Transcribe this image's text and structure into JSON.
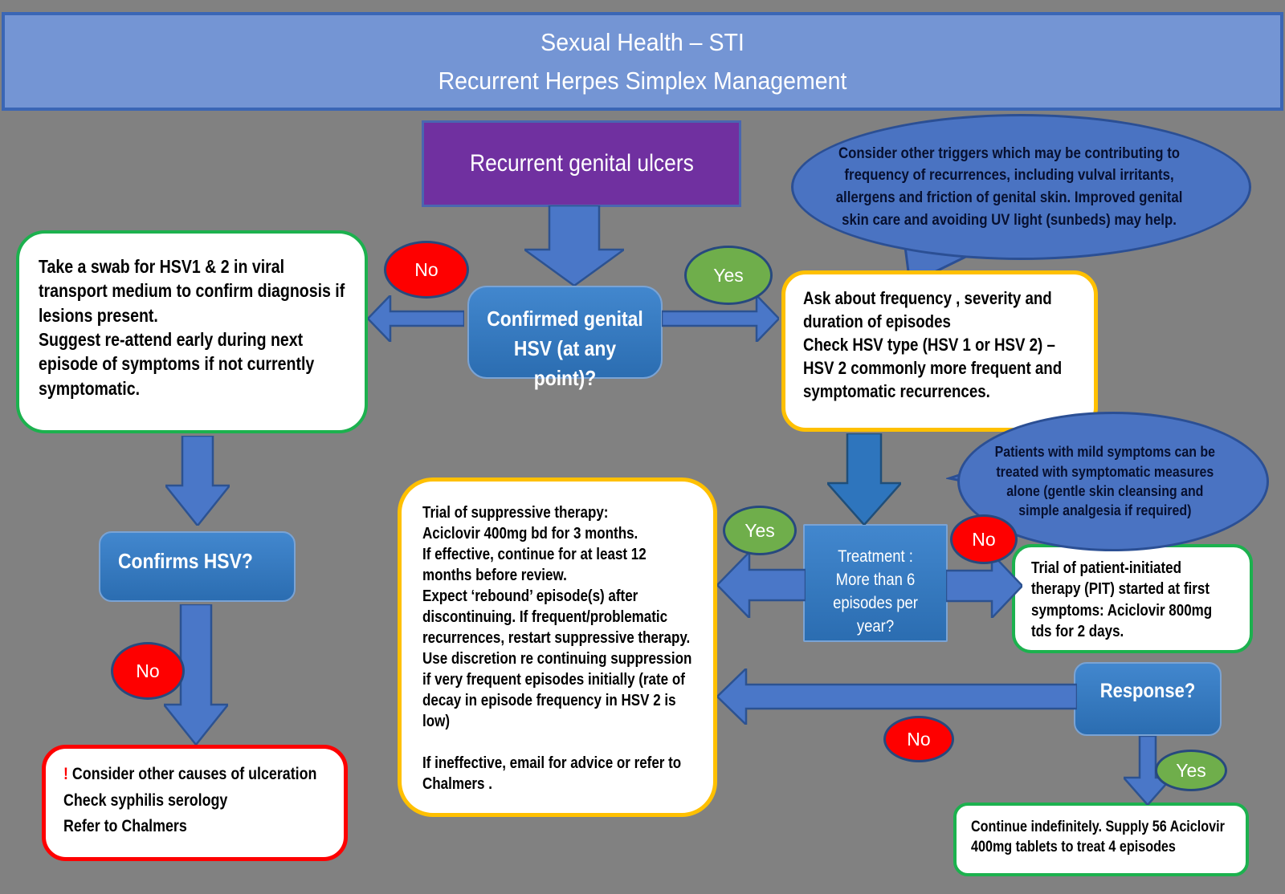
{
  "title": {
    "line1": "Sexual Health – STI",
    "line2": "Recurrent Herpes Simplex Management"
  },
  "labels": {
    "yes": "Yes",
    "no": "No"
  },
  "nodes": {
    "recurrent_ulcers": "Recurrent genital ulcers",
    "trigger_bubble": "Consider other triggers which may be contributing to frequency of recurrences, including vulval irritants, allergens and friction of genital skin. Improved genital skin care and avoiding UV light (sunbeds) may help.",
    "swab": {
      "line1": "Take a swab for HSV1 & 2 in viral transport medium to confirm diagnosis if lesions present.",
      "line2": "Suggest re-attend early during next episode of symptoms if not currently symptomatic."
    },
    "confirmed_hsv": {
      "line1": "Confirmed  genital",
      "line2": "HSV (at any point)?"
    },
    "ask": {
      "line1": "Ask about frequency , severity and duration of episodes",
      "line2": "Check HSV type (HSV 1 or HSV 2) – HSV 2  commonly more frequent and symptomatic recurrences."
    },
    "mild_bubble": "Patients with mild symptoms can be treated with symptomatic measures alone (gentle skin cleansing and simple analgesia if required)",
    "confirms_hsv": "Confirms HSV?",
    "other_causes": {
      "exclaim": "!",
      "line1": " Consider other causes of ulceration",
      "line2": "Check syphilis serology",
      "line3": "Refer to Chalmers"
    },
    "treatment": {
      "line1": "Treatment :",
      "line2": "More than 6",
      "line3": "episodes per year?"
    },
    "suppressive": {
      "p1": "Trial of suppressive therapy:",
      "p2": "Aciclovir 400mg bd for 3 months.",
      "p3": "If effective, continue for at least 12 months before review.",
      "p4": "Expect  ‘rebound’ episode(s) after discontinuing.  If  frequent/problematic recurrences, restart suppressive therapy.",
      "p5": "Use discretion  re continuing suppression if very frequent episodes initially (rate of decay in episode frequency in HSV 2 is low)",
      "p6": "If ineffective,  email for advice or refer to Chalmers ."
    },
    "pit": "Trial of patient-initiated therapy (PIT) started at first symptoms: Aciclovir 800mg tds for 2 days.",
    "response": "Response?",
    "continue_box": "Continue indefinitely. Supply 56 Aciclovir 400mg tablets  to treat 4 episodes"
  },
  "colors": {
    "background": "#818181",
    "header_blue": "#7495d4",
    "node_blue": "#2f77bf",
    "purple": "#7030a0",
    "arrow_blue": "#4a77c8",
    "bubble_blue": "#4a73c2",
    "yes_green": "#6fae4b",
    "no_red": "#fe0000",
    "border_green": "#1cb14e",
    "border_yellow": "#ffc000",
    "border_red": "#fe0000"
  }
}
